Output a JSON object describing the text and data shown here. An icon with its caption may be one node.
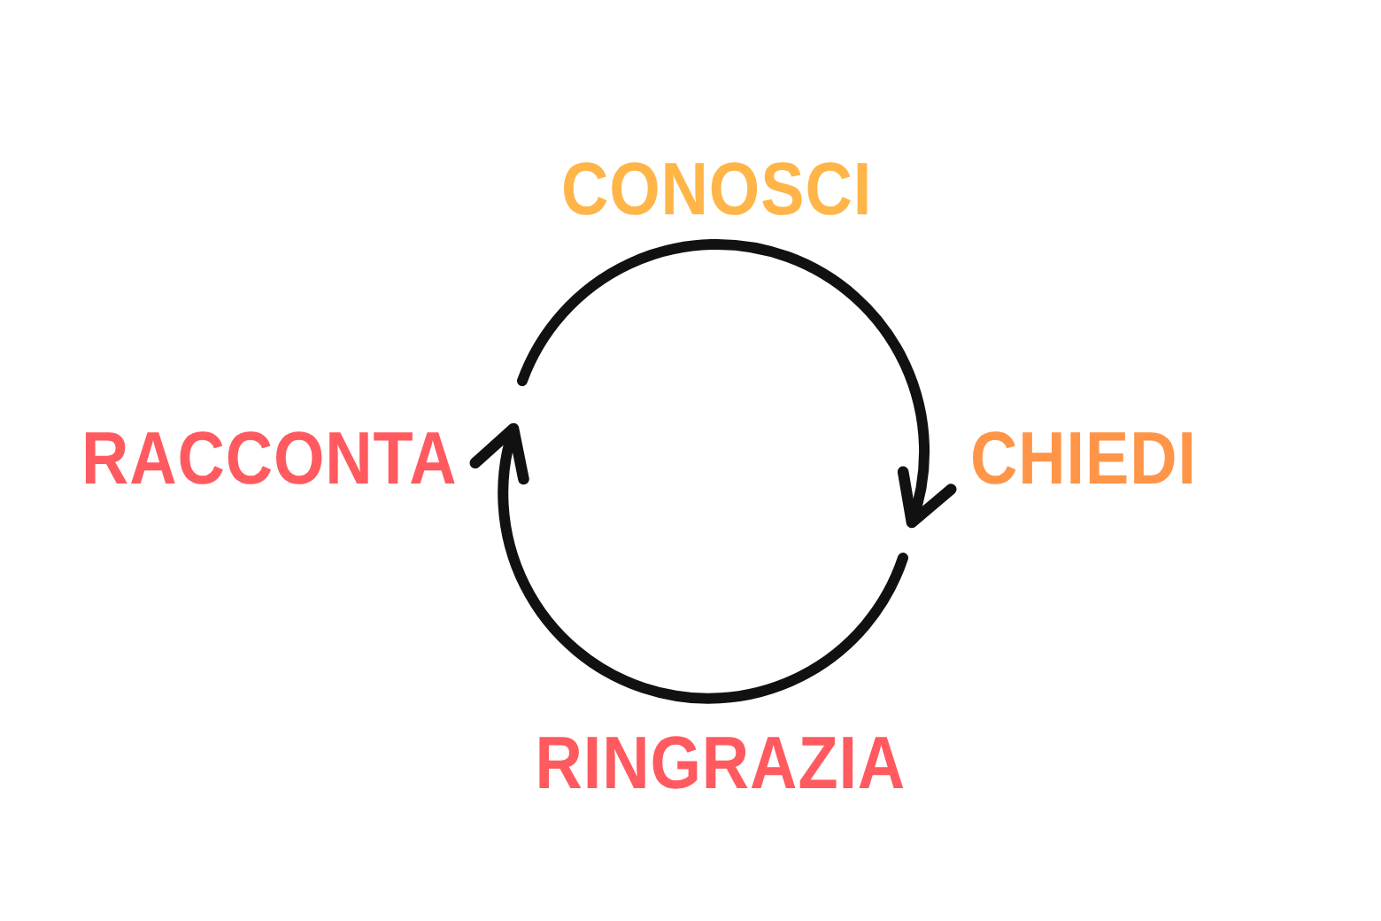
{
  "diagram": {
    "nodes": [
      {
        "text": [
          "CONOSCI"
        ]
      },
      {
        "text": [
          "CHIEDI"
        ]
      },
      {
        "text": [
          "RINGRAZIA"
        ]
      },
      {
        "text": [
          "RACCONTA"
        ]
      }
    ],
    "edges": [
      {
        "from": 3,
        "to": 1,
        "arrow": "to"
      },
      {
        "from": 1,
        "to": 3,
        "arrow": "to"
      }
    ]
  }
}
